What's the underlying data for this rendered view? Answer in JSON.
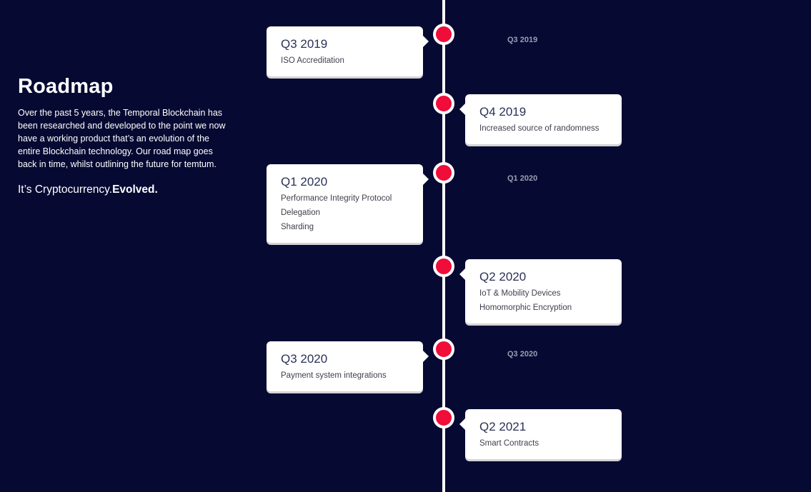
{
  "page": {
    "background_color": "#060a32",
    "accent_red": "#f00d3a",
    "timeline_color": "#ffffff"
  },
  "intro": {
    "title": "Roadmap",
    "description": "Over the past 5 years, the Temporal Blockchain has been researched and developed to the point we now have a working product that’s an evolution of the entire Blockchain technology. Our road map goes back in time, whilst outlining the future for temtum.",
    "tagline_prefix": "It’s Cryptocurrency.",
    "tagline_emphasis": "Evolved."
  },
  "timeline": {
    "items": [
      {
        "date": "Q3 2019",
        "side": "left",
        "opposite_date": "Q3 2019",
        "lines": [
          "ISO Accreditation"
        ]
      },
      {
        "date": "Q4 2019",
        "side": "right",
        "opposite_date": "",
        "lines": [
          "Increased source of randomness"
        ]
      },
      {
        "date": "Q1 2020",
        "side": "left",
        "opposite_date": "Q1 2020",
        "lines": [
          "Performance Integrity Protocol",
          "Delegation",
          "Sharding"
        ]
      },
      {
        "date": "Q2 2020",
        "side": "right",
        "opposite_date": "",
        "lines": [
          "IoT & Mobility Devices",
          "Homomorphic Encryption"
        ]
      },
      {
        "date": "Q3 2020",
        "side": "left",
        "opposite_date": "Q3 2020",
        "lines": [
          "Payment system integrations"
        ]
      },
      {
        "date": "Q2 2021",
        "side": "right",
        "opposite_date": "",
        "lines": [
          "Smart Contracts"
        ]
      }
    ]
  }
}
